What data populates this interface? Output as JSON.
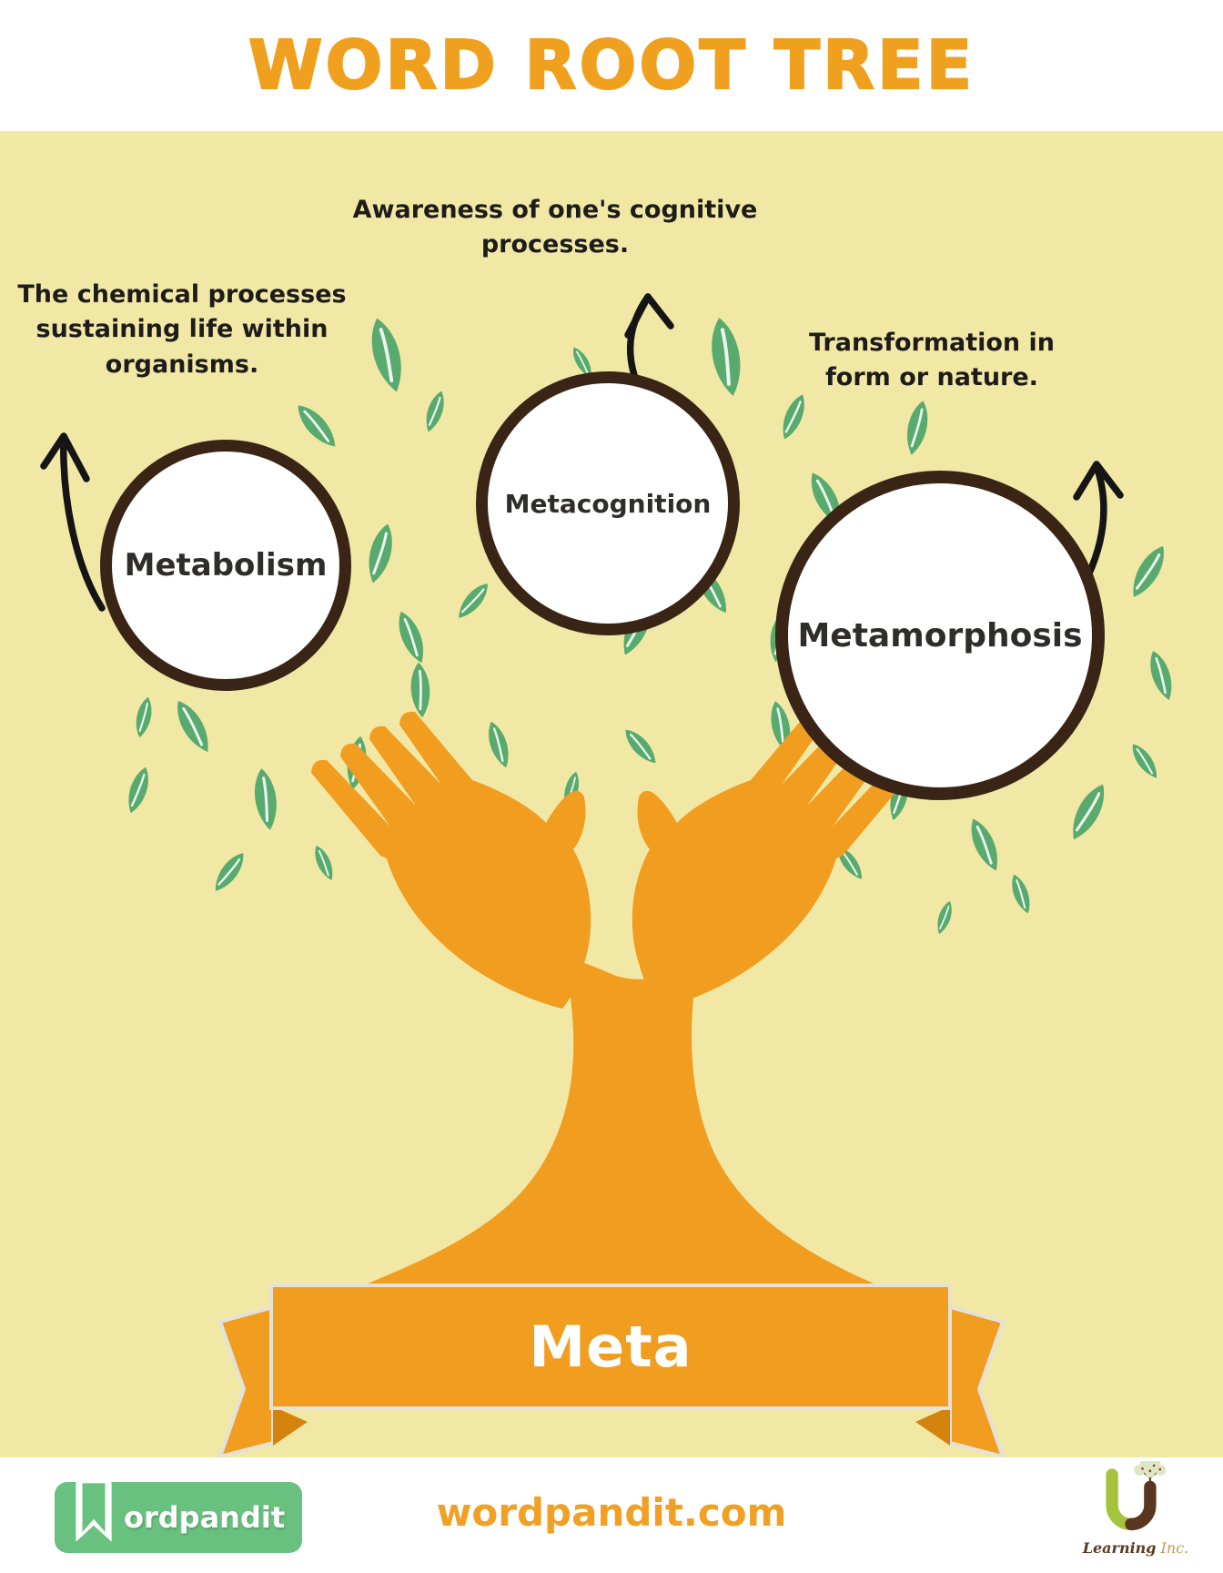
{
  "title": "WORD ROOT TREE",
  "root_word": "Meta",
  "branches": [
    {
      "word": "Metabolism",
      "definition": "The chemical processes sustaining life within organisms."
    },
    {
      "word": "Metacognition",
      "definition": "Awareness of one's cognitive processes."
    },
    {
      "word": "Metamorphosis",
      "definition": "Transformation in form or nature."
    }
  ],
  "footer": {
    "site_logo_text": "ordpandit",
    "website": "wordpandit.com",
    "partner": {
      "word": "Learning",
      "suffix": "Inc."
    }
  },
  "colors": {
    "accent_orange": "#F09D20",
    "title_orange": "#F0A01F",
    "leaf_green": "#58AA6E",
    "circle_border_brown": "#3A2415",
    "background_yellow": "#F2E8A6",
    "banner_fold_orange": "#D4830E",
    "site_logo_green": "#68C17F",
    "partner_green": "#A6C33C",
    "partner_brown": "#5A3620"
  }
}
